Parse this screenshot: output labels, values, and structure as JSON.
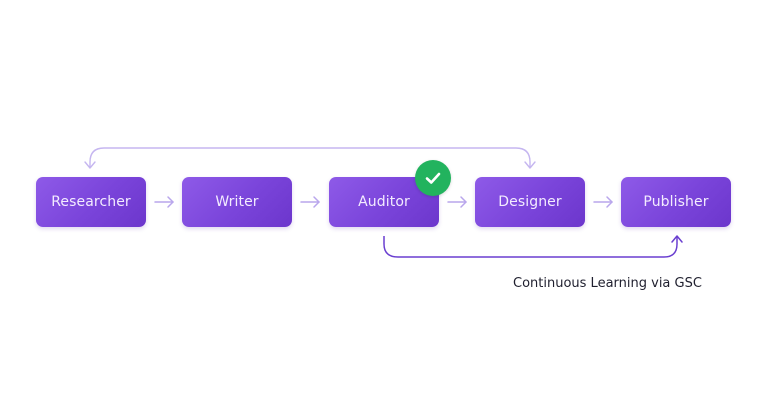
{
  "nodes": [
    {
      "id": "researcher",
      "label": "Researcher"
    },
    {
      "id": "writer",
      "label": "Writer"
    },
    {
      "id": "auditor",
      "label": "Auditor"
    },
    {
      "id": "designer",
      "label": "Designer"
    },
    {
      "id": "publisher",
      "label": "Publisher"
    }
  ],
  "badge": {
    "icon": "check-icon",
    "attached_to": "auditor"
  },
  "feedback_loop_label": "Continuous Learning via GSC",
  "colors": {
    "node": "#7a44da",
    "arrow_light": "#b9a6ec",
    "arrow_dark": "#6a3fd0",
    "check_badge": "#22b35e",
    "caption_text": "#1f1f2e"
  }
}
